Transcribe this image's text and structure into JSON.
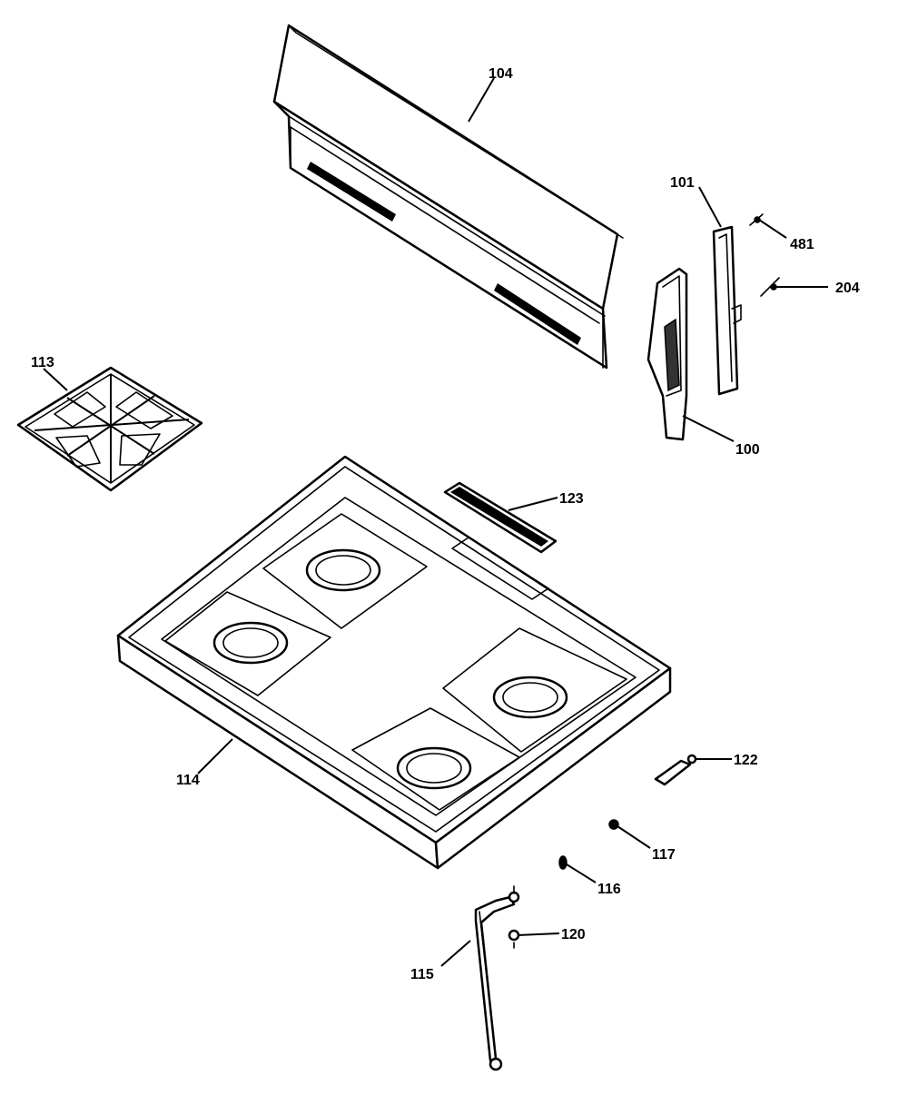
{
  "labels": {
    "backguard": "104",
    "end_cap_inner": "101",
    "screw_top": "481",
    "screw_mid": "204",
    "end_cap_outer": "100",
    "grate": "113",
    "vent_trim": "123",
    "cooktop": "114",
    "clip_122": "122",
    "part_117": "117",
    "part_116": "116",
    "part_120": "120",
    "rod_115": "115"
  }
}
